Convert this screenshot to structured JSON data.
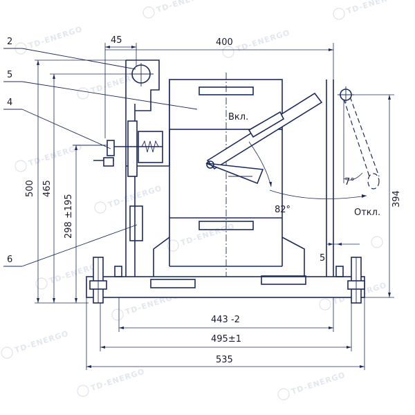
{
  "watermark": {
    "text": "TD-ENERGO"
  },
  "dimensions": {
    "top_45": "45",
    "top_400": "400",
    "left_500": "500",
    "left_465": "465",
    "left_298": "298 ±195",
    "right_394": "394",
    "right_5": "5",
    "bottom_443": "443 -2",
    "bottom_495": "495±1",
    "bottom_535": "535",
    "angle_82": "82°",
    "angle_7": "7°"
  },
  "labels": {
    "on": "Вкл.",
    "off": "Откл."
  },
  "callouts": [
    {
      "number": "2"
    },
    {
      "number": "5"
    },
    {
      "number": "4"
    },
    {
      "number": "6"
    }
  ],
  "colors": {
    "line": "#1c2a5a",
    "watermark": "#dfe2ea"
  }
}
